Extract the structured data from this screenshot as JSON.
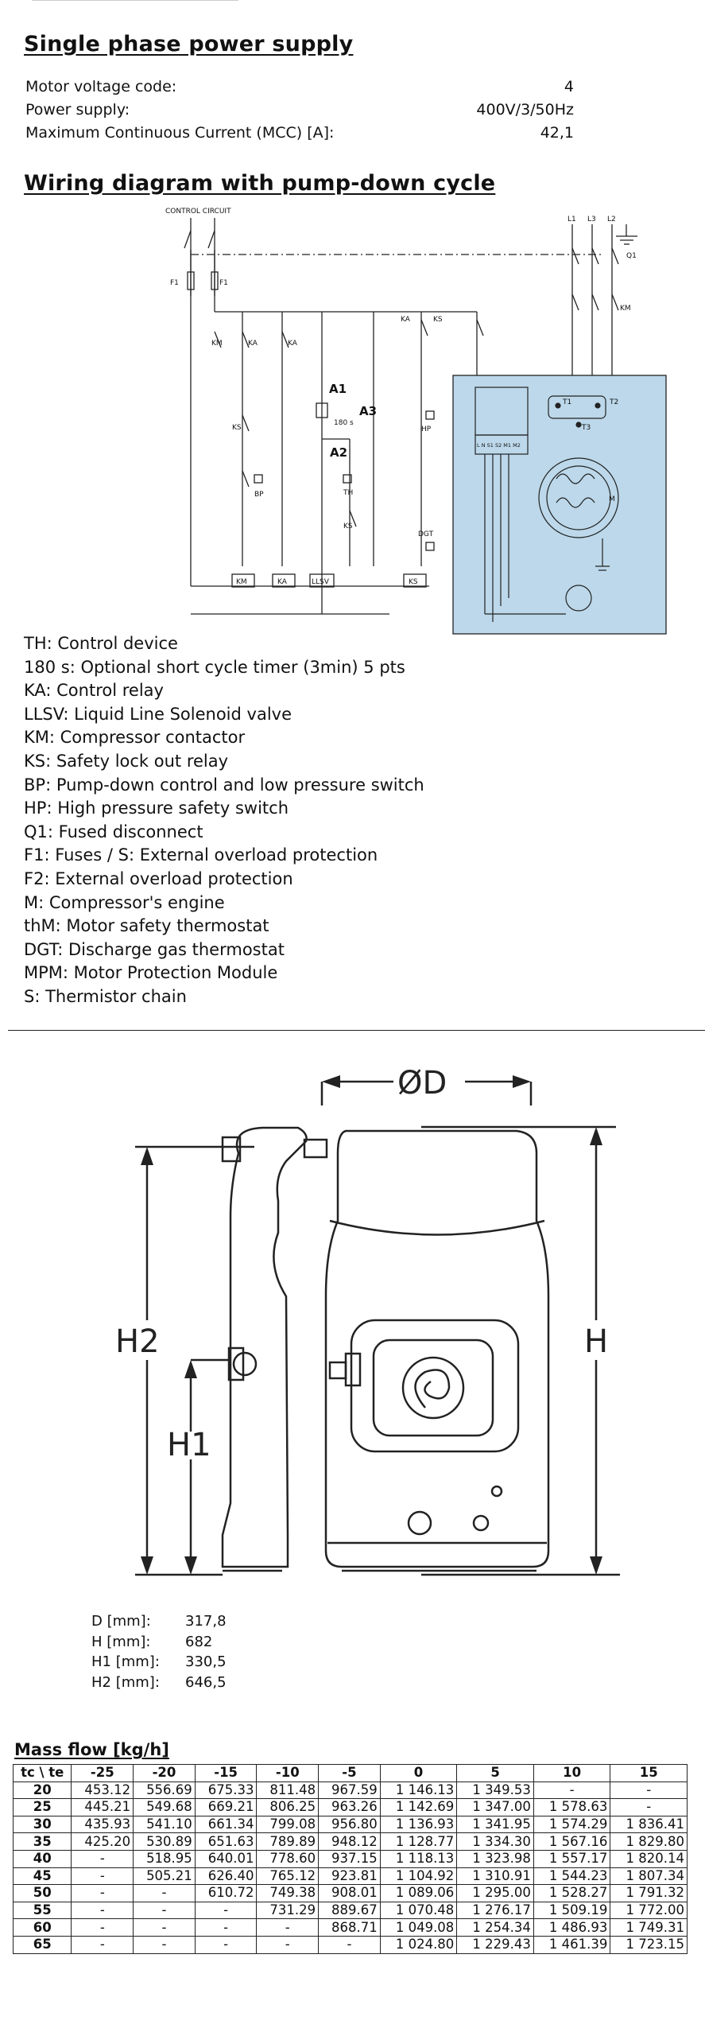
{
  "section1": {
    "title": "Single phase power supply",
    "rows": [
      {
        "label": "Motor voltage code:",
        "value": "4"
      },
      {
        "label": "Power supply:",
        "value": "400V/3/50Hz"
      },
      {
        "label": "Maximum Continuous Current (MCC) [A]:",
        "value": "42,1"
      }
    ]
  },
  "section2": {
    "title": "Wiring diagram with pump-down cycle",
    "diagram_labels": {
      "control_circuit": "CONTROL CIRCUIT",
      "f1": "F1",
      "km": "KM",
      "ka": "KA",
      "ks": "KS",
      "bp": "BP",
      "a1": "A1",
      "a2": "A2",
      "a3": "A3",
      "timer": "180 s",
      "th": "TH",
      "hp": "HP",
      "dgt": "DGT",
      "llsv": "LLSV",
      "l1": "L1",
      "l2": "L2",
      "l3": "L3",
      "q1": "Q1",
      "t1": "T1",
      "t2": "T2",
      "t3": "T3",
      "m": "M",
      "terminal_strip": "L N S1 S2 M1 M2"
    }
  },
  "legend": [
    "TH: Control device",
    "180 s: Optional short cycle timer (3min) 5 pts",
    "KA: Control relay",
    "LLSV: Liquid Line Solenoid valve",
    "KM: Compressor contactor",
    "KS: Safety lock out relay",
    "BP: Pump-down control and low pressure switch",
    "HP: High pressure safety switch",
    "Q1: Fused disconnect",
    "F1: Fuses / S: External overload protection",
    "F2: External overload protection",
    "M: Compressor's engine",
    "thM: Motor safety thermostat",
    "DGT: Discharge gas thermostat",
    "MPM: Motor Protection Module",
    "S: Thermistor chain"
  ],
  "drawing": {
    "labels": {
      "d": "ØD",
      "h": "H",
      "h1": "H1",
      "h2": "H2"
    }
  },
  "dimensions": [
    {
      "label": "D [mm]:",
      "value": "317,8"
    },
    {
      "label": "H [mm]:",
      "value": "682"
    },
    {
      "label": "H1 [mm]:",
      "value": "330,5"
    },
    {
      "label": "H2 [mm]:",
      "value": "646,5"
    }
  ],
  "mass_flow": {
    "title": "Mass flow [kg/h]",
    "corner": "tc \\ te",
    "columns": [
      "-25",
      "-20",
      "-15",
      "-10",
      "-5",
      "0",
      "5",
      "10",
      "15"
    ],
    "rows": [
      {
        "tc": "20",
        "values": [
          "453.12",
          "556.69",
          "675.33",
          "811.48",
          "967.59",
          "1 146.13",
          "1 349.53",
          "-",
          "-"
        ]
      },
      {
        "tc": "25",
        "values": [
          "445.21",
          "549.68",
          "669.21",
          "806.25",
          "963.26",
          "1 142.69",
          "1 347.00",
          "1 578.63",
          "-"
        ]
      },
      {
        "tc": "30",
        "values": [
          "435.93",
          "541.10",
          "661.34",
          "799.08",
          "956.80",
          "1 136.93",
          "1 341.95",
          "1 574.29",
          "1 836.41"
        ]
      },
      {
        "tc": "35",
        "values": [
          "425.20",
          "530.89",
          "651.63",
          "789.89",
          "948.12",
          "1 128.77",
          "1 334.30",
          "1 567.16",
          "1 829.80"
        ]
      },
      {
        "tc": "40",
        "values": [
          "-",
          "518.95",
          "640.01",
          "778.60",
          "937.15",
          "1 118.13",
          "1 323.98",
          "1 557.17",
          "1 820.14"
        ]
      },
      {
        "tc": "45",
        "values": [
          "-",
          "505.21",
          "626.40",
          "765.12",
          "923.81",
          "1 104.92",
          "1 310.91",
          "1 544.23",
          "1 807.34"
        ]
      },
      {
        "tc": "50",
        "values": [
          "-",
          "-",
          "610.72",
          "749.38",
          "908.01",
          "1 089.06",
          "1 295.00",
          "1 528.27",
          "1 791.32"
        ]
      },
      {
        "tc": "55",
        "values": [
          "-",
          "-",
          "-",
          "731.29",
          "889.67",
          "1 070.48",
          "1 276.17",
          "1 509.19",
          "1 772.00"
        ]
      },
      {
        "tc": "60",
        "values": [
          "-",
          "-",
          "-",
          "-",
          "868.71",
          "1 049.08",
          "1 254.34",
          "1 486.93",
          "1 749.31"
        ]
      },
      {
        "tc": "65",
        "values": [
          "-",
          "-",
          "-",
          "-",
          "-",
          "1 024.80",
          "1 229.43",
          "1 461.39",
          "1 723.15"
        ]
      }
    ]
  }
}
